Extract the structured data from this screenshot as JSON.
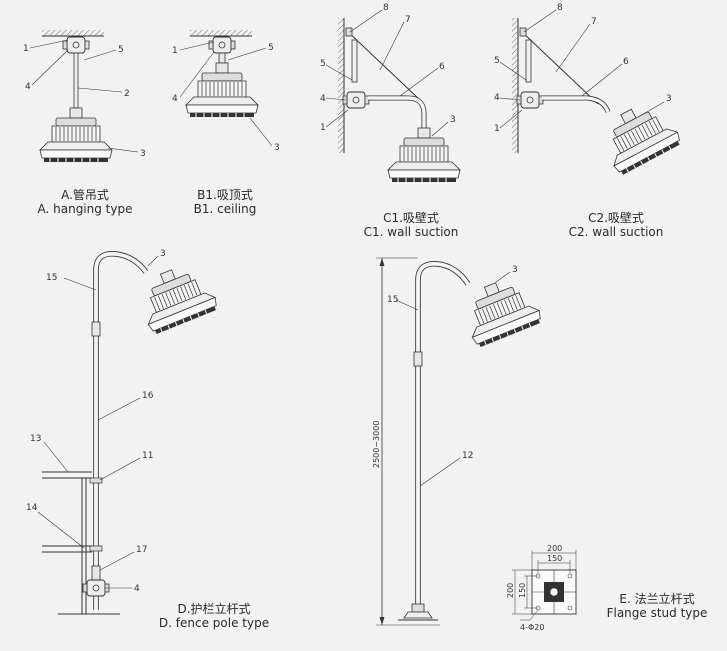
{
  "captions": {
    "a": {
      "zh": "A.管吊式",
      "en": "A. hanging type"
    },
    "b1": {
      "zh": "B1.吸顶式",
      "en": "B1. ceiling"
    },
    "c1": {
      "zh": "C1.吸壁式",
      "en": "C1. wall suction"
    },
    "c2": {
      "zh": "C2.吸壁式",
      "en": "C2. wall suction"
    },
    "d": {
      "zh": "D.护栏立杆式",
      "en": "D. fence pole type"
    },
    "e": {
      "zh": "E. 法兰立杆式",
      "en": "Flange stud type"
    }
  },
  "callouts": {
    "n1": "1",
    "n2": "2",
    "n3": "3",
    "n4": "4",
    "n5": "5",
    "n6": "6",
    "n7": "7",
    "n8": "8",
    "n11": "11",
    "n12": "12",
    "n13": "13",
    "n14": "14",
    "n15": "15",
    "n16": "16",
    "n17": "17"
  },
  "dimensions": {
    "pole_height": "2500~3000",
    "flange_outer_w": "200",
    "flange_inner_w": "150",
    "flange_outer_h": "200",
    "flange_inner_h": "150",
    "flange_holes": "4-Φ20"
  }
}
